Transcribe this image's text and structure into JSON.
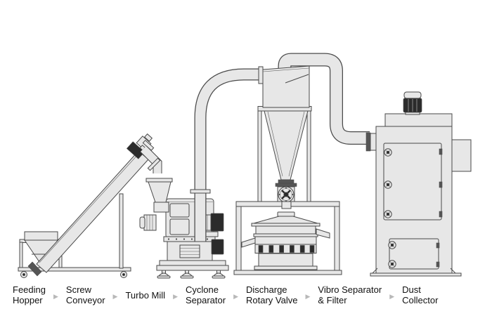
{
  "colors": {
    "bodyFill": "#e7e7e7",
    "bodyFillAlt": "#dedede",
    "darkPart": "#2b2b2b",
    "flangeFill": "#555555",
    "outline": "#4a4a4a",
    "labelText": "#111111",
    "arrow": "#b8b8b8"
  },
  "flow": {
    "arrow_glyph": "▶",
    "items": [
      {
        "label": "Feeding\nHopper"
      },
      {
        "label": "Screw\nConveyor"
      },
      {
        "label": "Turbo Mill"
      },
      {
        "label": "Cyclone\nSeparator"
      },
      {
        "label": "Discharge\nRotary Valve"
      },
      {
        "label": "Vibro Separator\n& Filter"
      },
      {
        "label": "Dust\nCollector"
      }
    ]
  }
}
